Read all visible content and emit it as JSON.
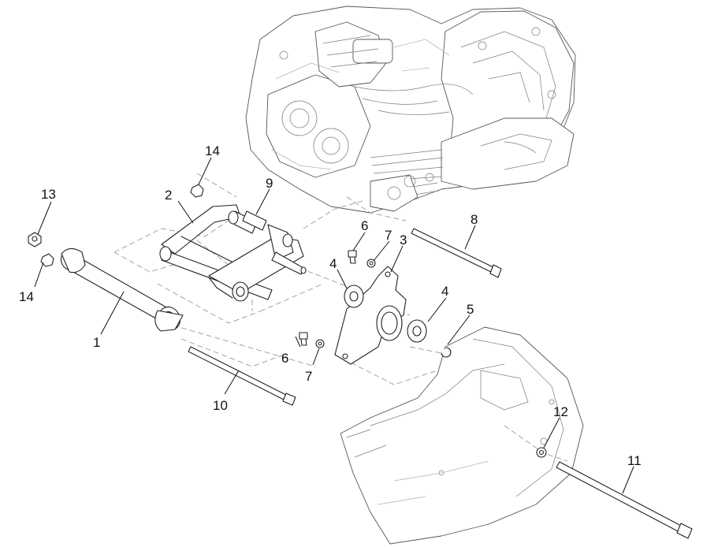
{
  "callouts": [
    {
      "id": "c1",
      "label": "1"
    },
    {
      "id": "c2",
      "label": "2"
    },
    {
      "id": "c3",
      "label": "3"
    },
    {
      "id": "c4a",
      "label": "4"
    },
    {
      "id": "c4b",
      "label": "4"
    },
    {
      "id": "c5",
      "label": "5"
    },
    {
      "id": "c6a",
      "label": "6"
    },
    {
      "id": "c6b",
      "label": "6"
    },
    {
      "id": "c7a",
      "label": "7"
    },
    {
      "id": "c7b",
      "label": "7"
    },
    {
      "id": "c8",
      "label": "8"
    },
    {
      "id": "c9",
      "label": "9"
    },
    {
      "id": "c10",
      "label": "10"
    },
    {
      "id": "c11",
      "label": "11"
    },
    {
      "id": "c12",
      "label": "12"
    },
    {
      "id": "c13",
      "label": "13"
    },
    {
      "id": "c14a",
      "label": "14"
    },
    {
      "id": "c14b",
      "label": "14"
    }
  ],
  "colors": {
    "line": "#222222",
    "dashed": "#9a9a9a",
    "background": "#ffffff"
  }
}
